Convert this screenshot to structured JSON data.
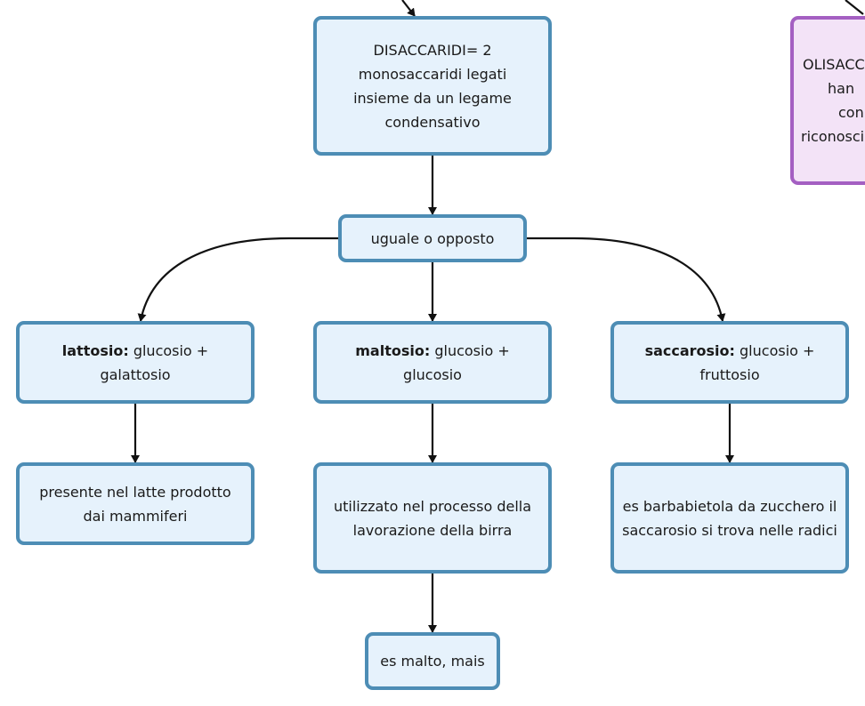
{
  "nodes": {
    "disaccaridi": "DISACCARIDI= 2 monosaccaridi legati insieme da un legame condensativo",
    "olisaccaridi": [
      "OLISACC",
      "han",
      "con",
      "riconosci"
    ],
    "uguale": "uguale o opposto",
    "lattosio": {
      "name": "lattosio:",
      "desc": " glucosio + galattosio"
    },
    "maltosio": {
      "name": "maltosio:",
      "desc": " glucosio + glucosio"
    },
    "saccarosio": {
      "name": "saccarosio:",
      "desc": " glucosio + fruttosio"
    },
    "latte": "presente nel latte prodotto dai mammiferi",
    "birra": "utilizzato nel processo della lavorazione della birra",
    "barbabietola": "es barbabietola da zucchero il saccarosio si trova nelle radici",
    "malto": "es malto, mais"
  }
}
